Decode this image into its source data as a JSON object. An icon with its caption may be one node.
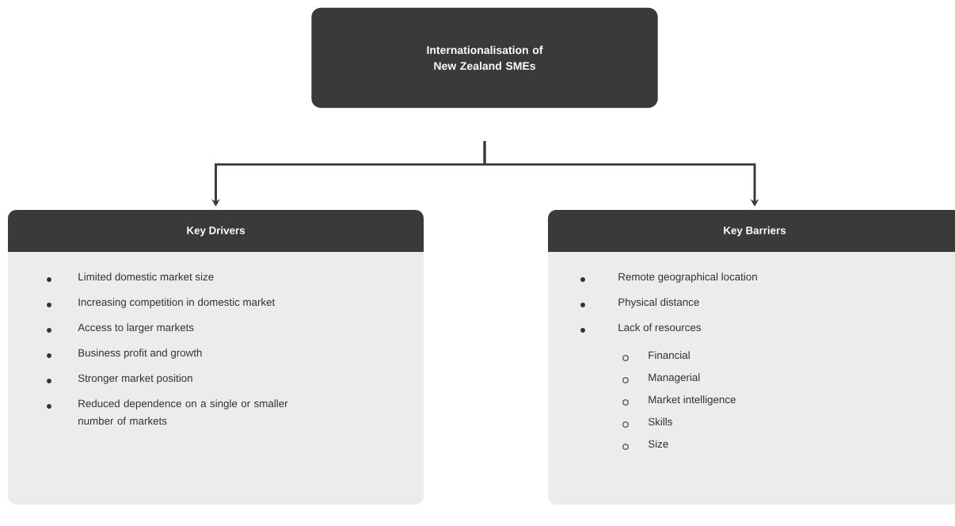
{
  "diagram": {
    "nodes": [
      {
        "text": [
          "Internationalisation of New Zealand SMEs"
        ]
      },
      {
        "text": [
          "Key Drivers",
          "Limited domestic market size",
          "Increasing competition in domestic market",
          "Access to larger markets",
          "Business profit and growth",
          "Stronger market position",
          "Reduced dependence on a single or smaller number of markets"
        ]
      },
      {
        "text": [
          "Key Barriers",
          "Remote geographical location",
          "Physical distance",
          "Lack of resources",
          "Financial",
          "Managerial",
          "Market intelligence",
          "Skills",
          "Size"
        ]
      }
    ],
    "edges": [
      {
        "from": 0,
        "to": 1,
        "arrow": "to"
      },
      {
        "from": 0,
        "to": 2,
        "arrow": "to"
      }
    ]
  }
}
